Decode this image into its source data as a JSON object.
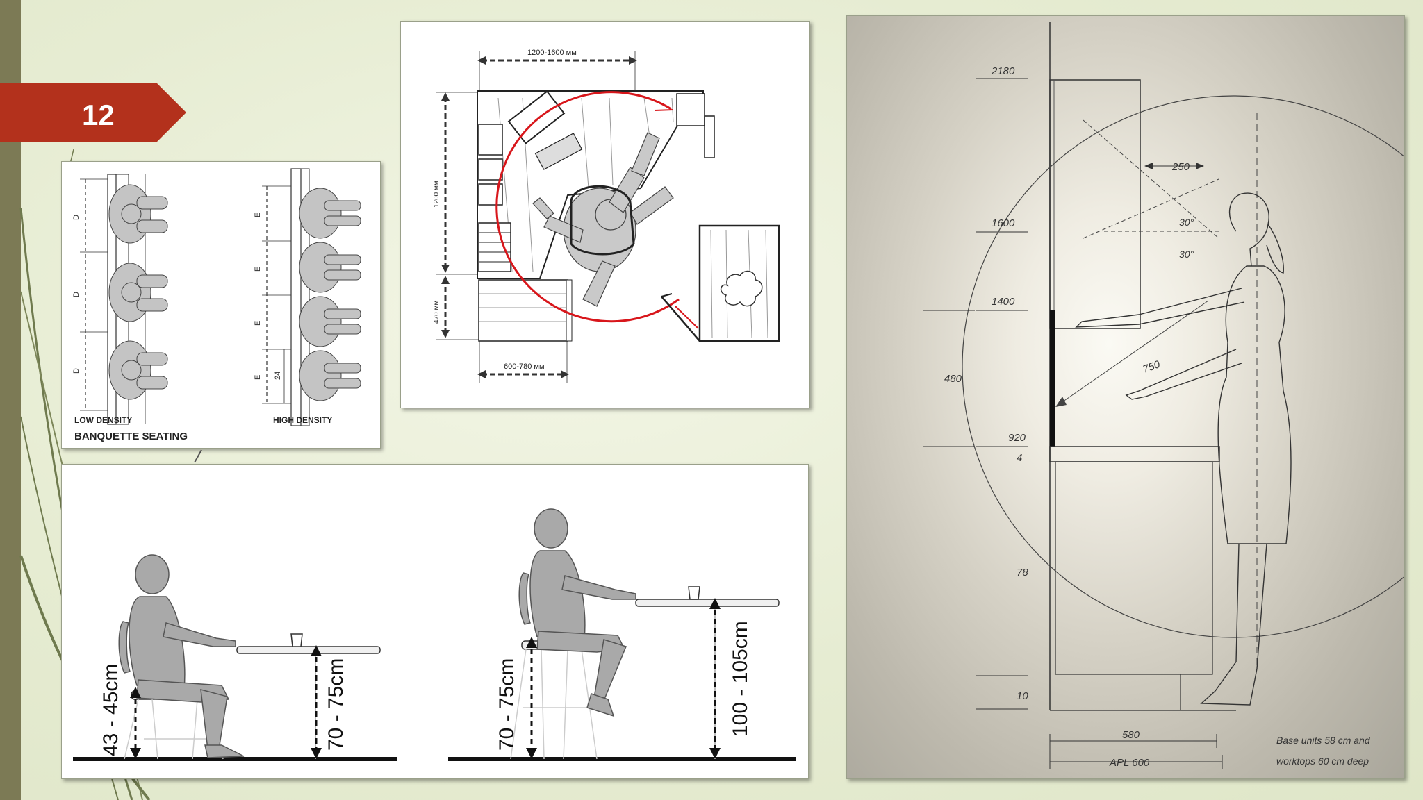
{
  "slide": {
    "number": "12"
  },
  "colors": {
    "badge": "#b3311c",
    "accent_red": "#d8161b",
    "stripe": "#7c7a55",
    "figure_gray": "#b8b8b8"
  },
  "banquette": {
    "title": "BANQUETTE SEATING",
    "low_label": "LOW DENSITY",
    "high_label": "HIGH DENSITY",
    "low_dims": [
      "D",
      "D",
      "D"
    ],
    "high_dims": [
      "E",
      "E",
      "E",
      "E"
    ],
    "high_extra": "24"
  },
  "office": {
    "width_dim": "1200-1600 мм",
    "height_dim": "1200 мм",
    "lower_dim": "470 мм",
    "bottom_dim": "600-780 мм"
  },
  "seating": {
    "left_seat": "43 - 45cm",
    "left_table": "70 - 75cm",
    "right_seat": "70 - 75cm",
    "right_table": "100 - 105cm"
  },
  "kitchen": {
    "h2180": "2180",
    "h1600": "1600",
    "h1400": "1400",
    "h480": "480",
    "h920": "920",
    "h4": "4",
    "h78": "78",
    "h10": "10",
    "d250": "250",
    "a30a": "30°",
    "a30b": "30°",
    "r750": "750",
    "d580": "580",
    "apl": "APL 600",
    "note1": "Base units 58 cm and",
    "note2": "worktops 60 cm deep"
  }
}
